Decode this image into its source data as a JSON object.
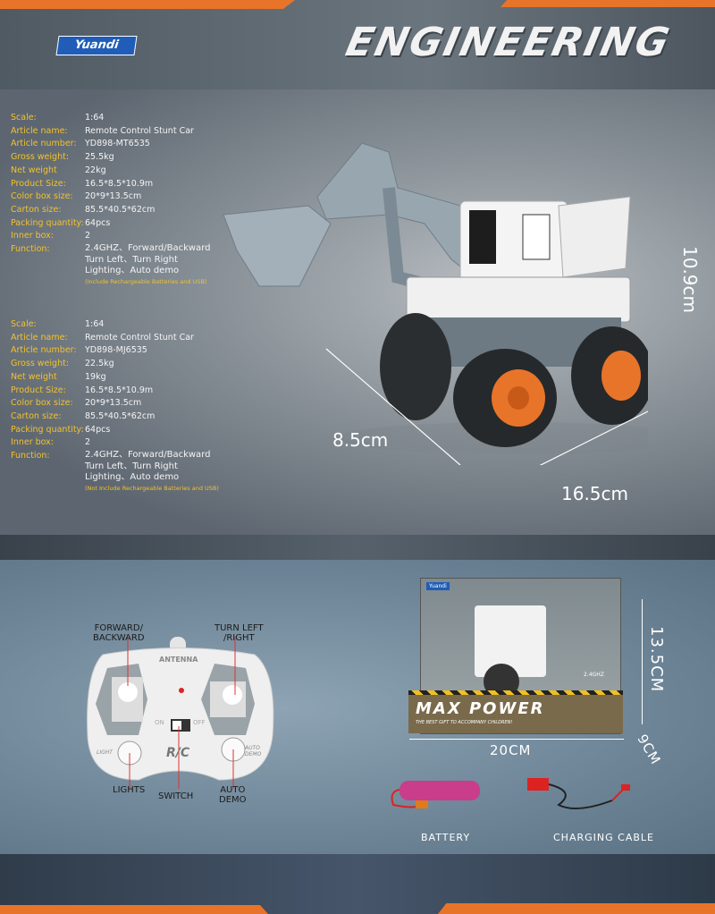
{
  "header": {
    "brand": "Yuandi",
    "title": "ENGINEERING"
  },
  "specs": [
    {
      "rows": [
        {
          "label": "Scale:",
          "value": "1:64"
        },
        {
          "label": "Article name:",
          "value": "Remote Control Stunt Car"
        },
        {
          "label": "Article number:",
          "value": "YD898-MT6535"
        },
        {
          "label": "Gross weight:",
          "value": "25.5kg"
        },
        {
          "label": "Net weight",
          "value": "22kg"
        },
        {
          "label": "Product Size:",
          "value": "16.5*8.5*10.9m"
        },
        {
          "label": "Color box size:",
          "value": "20*9*13.5cm"
        },
        {
          "label": "Carton size:",
          "value": "85.5*40.5*62cm"
        },
        {
          "label": "Packing quantity:",
          "value": "64pcs"
        },
        {
          "label": "Inner box:",
          "value": "2"
        }
      ],
      "function_label": "Function:",
      "function_lines": [
        "2.4GHZ、Forward/Backward",
        "Turn Left、Turn Right",
        "Lighting、Auto demo"
      ],
      "note": "(Include Rechargeable Batteries and USB)"
    },
    {
      "rows": [
        {
          "label": "Scale:",
          "value": "1:64"
        },
        {
          "label": "Article name:",
          "value": "Remote Control Stunt Car"
        },
        {
          "label": "Article number:",
          "value": "YD898-MJ6535"
        },
        {
          "label": "Gross weight:",
          "value": "22.5kg"
        },
        {
          "label": "Net weight",
          "value": "19kg"
        },
        {
          "label": "Product Size:",
          "value": "16.5*8.5*10.9m"
        },
        {
          "label": "Color box size:",
          "value": "20*9*13.5cm"
        },
        {
          "label": "Carton size:",
          "value": "85.5*40.5*62cm"
        },
        {
          "label": "Packing quantity:",
          "value": "64pcs"
        },
        {
          "label": "Inner box:",
          "value": "2"
        }
      ],
      "function_label": "Function:",
      "function_lines": [
        "2.4GHZ、Forward/Backward",
        "Turn Left、Turn Right",
        "Lighting、Auto demo"
      ],
      "note": "(Not Include Rechargeable Batteries and USB)"
    }
  ],
  "product_dims": {
    "height": "10.9cm",
    "depth": "8.5cm",
    "length": "16.5cm"
  },
  "remote": {
    "forward_backward": "FORWARD/\nBACKWARD",
    "turn": "TURN LEFT\n/RIGHT",
    "antenna": "ANTENNA",
    "on": "ON",
    "off": "OFF",
    "light_tag": "LIGHT",
    "auto_tag": "AUTO\nDEMO",
    "rc": "R/C",
    "lights": "LIGHTS",
    "switch": "SWITCH",
    "auto_demo": "AUTO\nDEMO"
  },
  "box": {
    "brand": "Yuandi",
    "headline": "MAX POWER",
    "tagline": "THE BEST GIFT TO ACCOMPANY CHILDREN!",
    "freq": "2.4GHZ",
    "height": "13.5CM",
    "width": "20CM",
    "depth": "9CM"
  },
  "accessories": {
    "battery": "BATTERY",
    "cable": "CHARGING CABLE"
  },
  "colors": {
    "accent": "#e8742a",
    "label": "#f2c12e"
  }
}
